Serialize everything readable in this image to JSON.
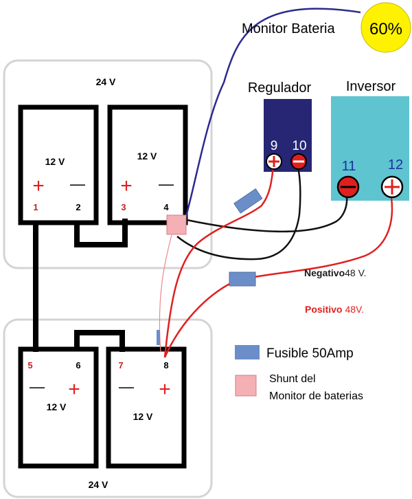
{
  "monitor": {
    "label": "Monitor Bateria",
    "percent": "60%"
  },
  "bank_top": {
    "voltage": "24 V"
  },
  "bank_bottom": {
    "voltage": "24 V"
  },
  "batteries": [
    {
      "voltage": "12 V",
      "pos_sign": "+",
      "neg_sign": "—",
      "pos_terminal": "1",
      "neg_terminal": "2"
    },
    {
      "voltage": "12 V",
      "pos_sign": "+",
      "neg_sign": "—",
      "pos_terminal": "3",
      "neg_terminal": "4"
    },
    {
      "voltage": "12 V",
      "pos_sign": "+",
      "neg_sign": "—",
      "pos_terminal": "6",
      "neg_terminal": "5"
    },
    {
      "voltage": "12 V",
      "pos_sign": "+",
      "neg_sign": "—",
      "pos_terminal": "8",
      "neg_terminal": "7"
    }
  ],
  "regulator": {
    "title": "Regulador",
    "pos_terminal": "9",
    "neg_terminal": "10"
  },
  "inverter": {
    "title": "Inversor",
    "neg_terminal": "11",
    "pos_terminal": "12"
  },
  "annotations": {
    "negative_word": "Negativo",
    "negative_value": "48 V.",
    "positive_word": "Positivo",
    "positive_value": "48V."
  },
  "legend": {
    "fuse": "Fusible 50Amp",
    "shunt_line1": "Shunt del",
    "shunt_line2": "Monitor de baterias"
  },
  "colors": {
    "negative_wire": "#000000",
    "positive_wire": "#e02020",
    "monitor_wire": "#2a2a90",
    "fuse": "#6b8ec8",
    "shunt": "#f4b0b4",
    "regulator": "#262675",
    "inverter": "#5ec4d0",
    "monitor_face": "#fff200"
  }
}
